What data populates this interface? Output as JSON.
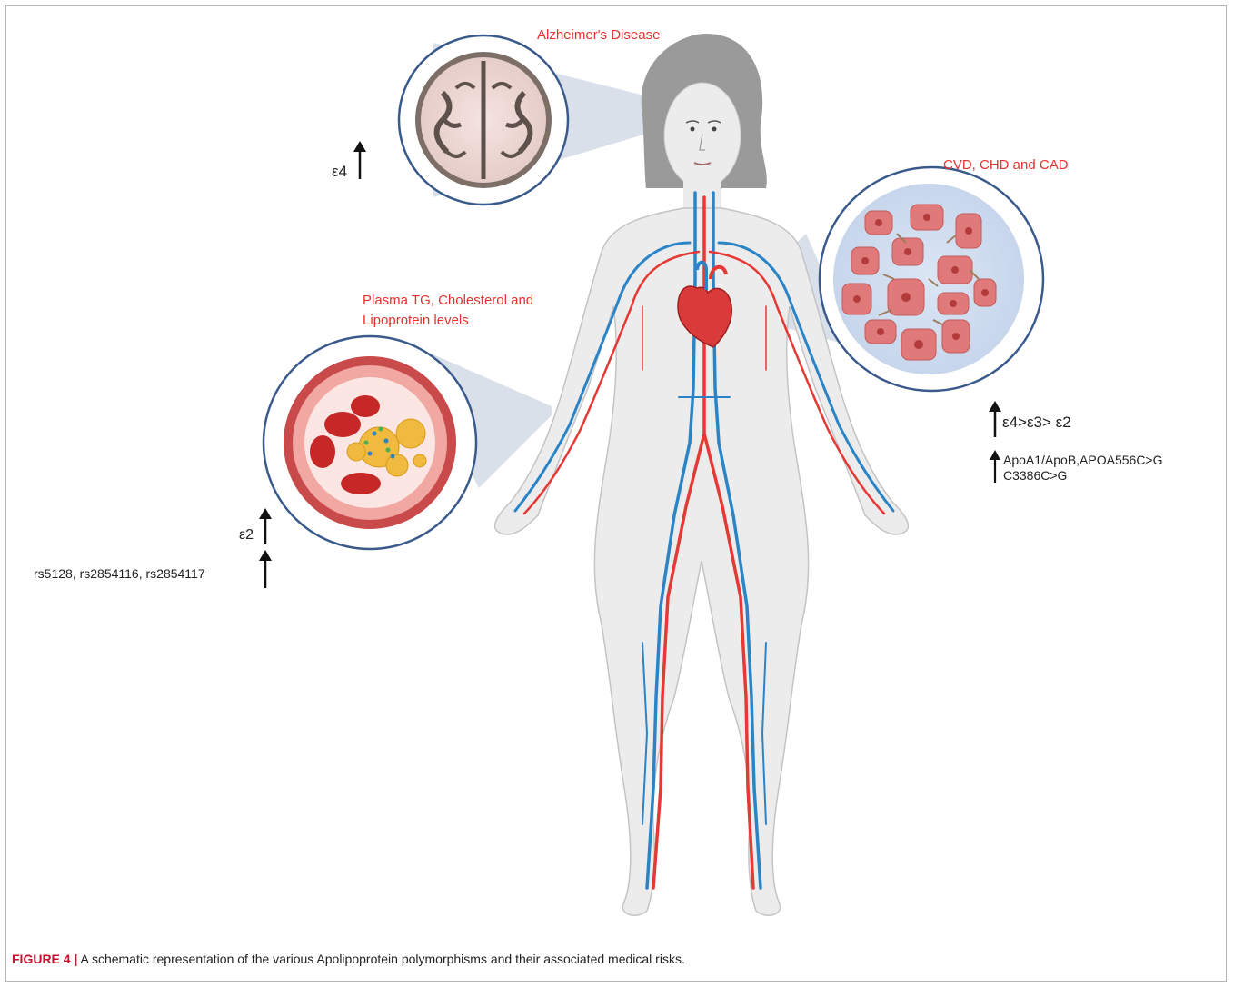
{
  "figure": {
    "labels": {
      "alzheimers": "Alzheimer's Disease",
      "cvd": "CVD, CHD and CAD",
      "plasma_line1": "Plasma TG, Cholesterol and",
      "plasma_line2": "Lipoprotein levels",
      "e4": "ε4",
      "e4_e3_e2": "ε4>ε3> ε2",
      "apoa1_line1": "ApoA1/ApoB,APOA556C>G",
      "apoa1_line2": "C3386C>G",
      "e2": "ε2",
      "rs": "rs5128, rs2854116, rs2854117"
    },
    "caption": {
      "label": "FIGURE 4 |",
      "text": " A schematic representation of the various Apolipoprotein polymorphisms and their associated medical risks."
    },
    "colors": {
      "annotation_red": "#e5322d",
      "artery_red": "#e53935",
      "vein_blue": "#2b84c6",
      "circle_border": "#3a5a8c",
      "caption_label": "#c8102e"
    }
  }
}
